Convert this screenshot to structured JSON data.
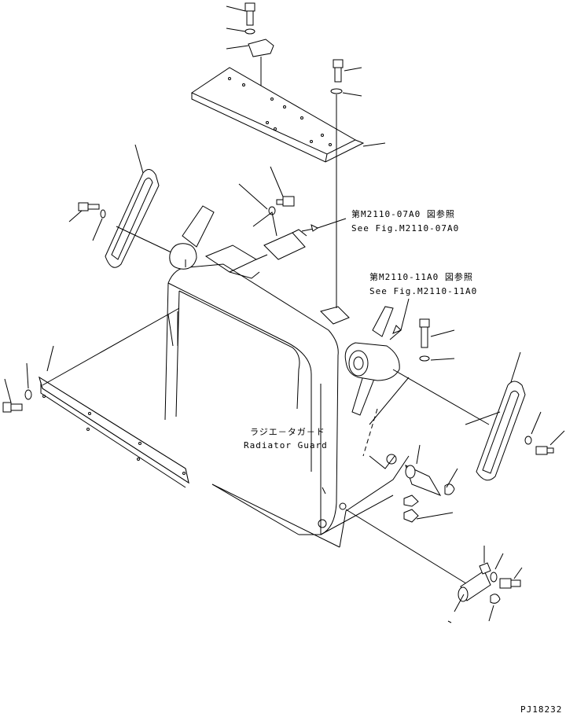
{
  "callouts": {
    "ref_07a0_jp": "第M2110-07A0 図参照",
    "ref_07a0_en": "See Fig.M2110-07A0",
    "ref_11a0_jp": "第M2110-11A0 図参照",
    "ref_11a0_en": "See Fig.M2110-11A0",
    "guard_jp": "ラジエ－タガ－ド",
    "guard_en": "Radiator Guard"
  },
  "drawing_id": "PJ18232"
}
